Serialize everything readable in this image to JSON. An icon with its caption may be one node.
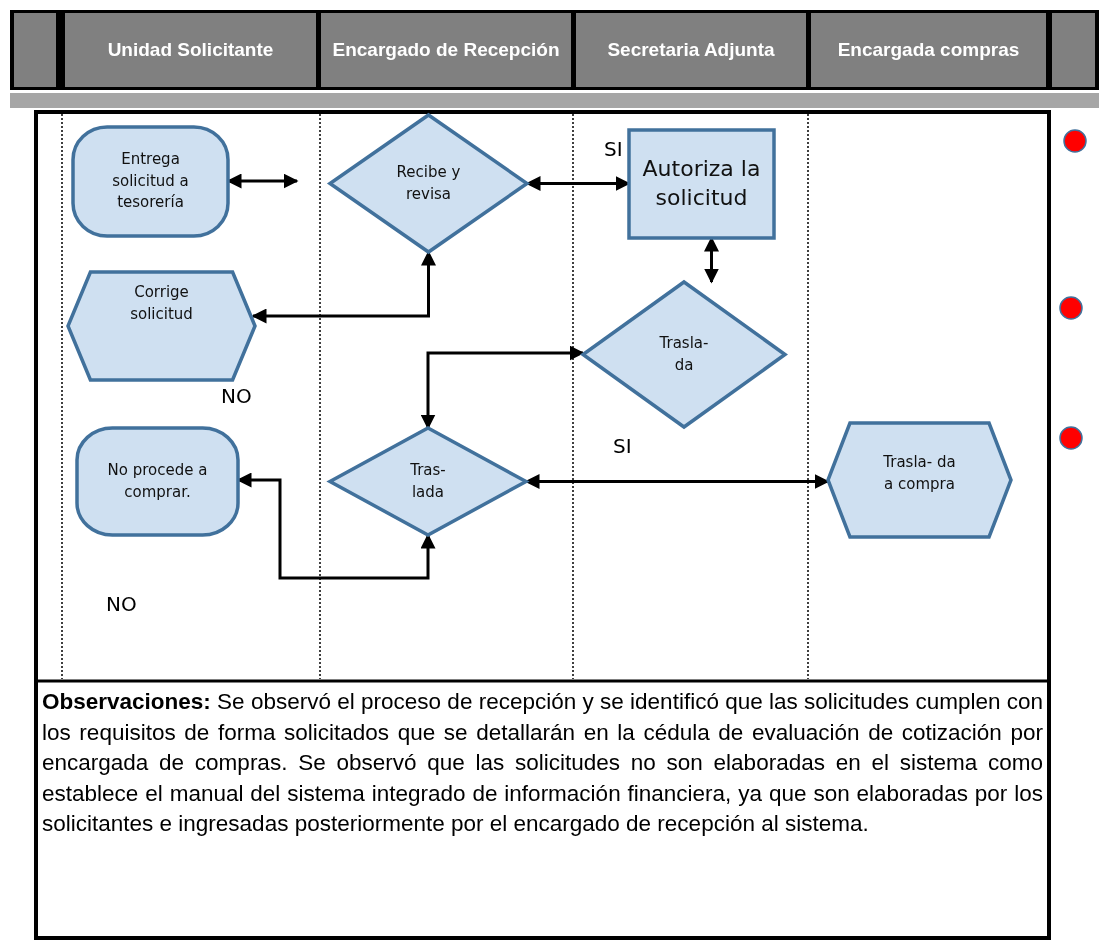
{
  "diagram": {
    "nodes": [
      {
        "text": [
          "Unidad Solicitante"
        ]
      },
      {
        "text": [
          "Encargado de Recepción"
        ]
      },
      {
        "text": [
          "Secretaria Adjunta"
        ]
      },
      {
        "text": [
          "Encargada compras"
        ]
      },
      {
        "text": [
          "Entrega solicitud a tesorería"
        ]
      },
      {
        "text": [
          "Recibe y revisa"
        ]
      },
      {
        "text": [
          "Autoriza la solicitud"
        ]
      },
      {
        "text": [
          "Corrige solicitud"
        ]
      },
      {
        "text": [
          "Trasla- da"
        ]
      },
      {
        "text": [
          "No procede a comprar."
        ]
      },
      {
        "text": [
          "Tras- lada"
        ]
      },
      {
        "text": [
          "Trasla- da a compra"
        ]
      },
      {
        "text": [
          "**Observaciones:** Se observó el proceso de recepción y se identificó que las solicitudes cumplen con los requisitos de forma solicitados que se detallarán en la cédula de evaluación de cotización por encargada de compras. Se observó que las solicitudes no son elaboradas en el sistema como establece el manual del sistema integrado de información financiera, ya que son elaboradas por los solicitantes e ingresadas posteriormente por el encargado de recepción al sistema."
        ]
      }
    ],
    "edges": [
      {
        "from": 4,
        "to": null,
        "arrow": "both"
      },
      {
        "from": 5,
        "to": 6,
        "arrow": "both"
      },
      {
        "from": 5,
        "to": 7,
        "arrow": "both"
      },
      {
        "from": 6,
        "to": 8,
        "arrow": "both"
      },
      {
        "from": 8,
        "to": 10,
        "arrow": "both"
      },
      {
        "from": 10,
        "to": 11,
        "arrow": "both"
      },
      {
        "from": 10,
        "to": 9,
        "arrow": "both"
      }
    ],
    "labels": [
      "SI",
      "NO",
      "SI",
      "NO"
    ]
  }
}
